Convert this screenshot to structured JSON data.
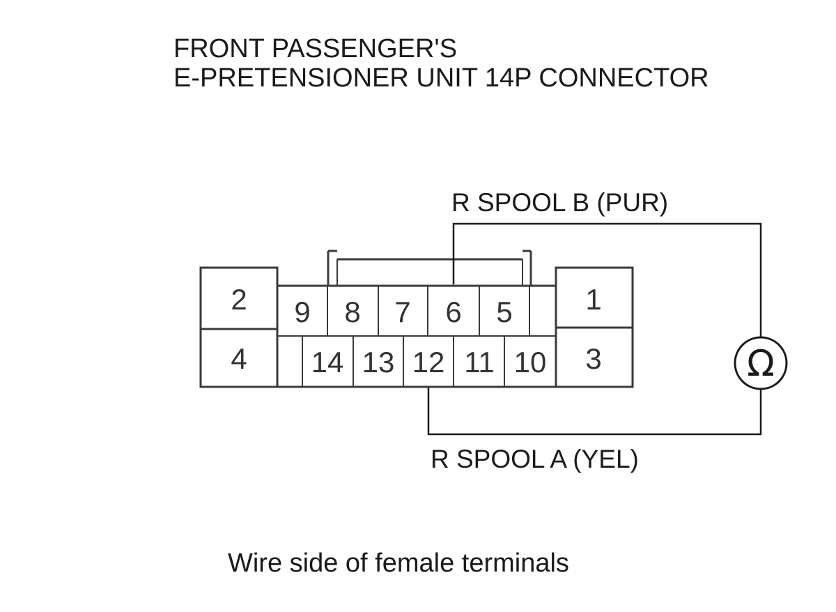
{
  "title": {
    "line1": "FRONT PASSENGER'S",
    "line2": "E-PRETENSIONER UNIT 14P CONNECTOR"
  },
  "wires": {
    "top_label": "R SPOOL B (PUR)",
    "bottom_label": "R SPOOL A (YEL)"
  },
  "meter": {
    "symbol": "Ω",
    "icon": "ohmmeter-icon"
  },
  "connector": {
    "outer_pins": {
      "p2": "2",
      "p4": "4",
      "p1": "1",
      "p3": "3"
    },
    "top_row": [
      "9",
      "8",
      "7",
      "6",
      "5"
    ],
    "bottom_row": [
      "14",
      "13",
      "12",
      "11",
      "10"
    ]
  },
  "caption": "Wire side of female terminals"
}
